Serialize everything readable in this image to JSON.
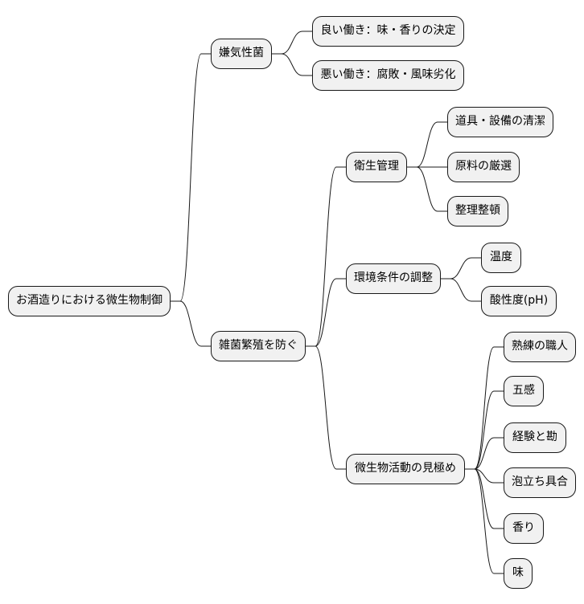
{
  "root": "お酒造りにおける微生物制御",
  "branches": {
    "anaerobic": {
      "label": "嫌気性菌",
      "children": [
        "良い働き：味・香りの決定",
        "悪い働き：腐敗・風味劣化"
      ]
    },
    "prevent": {
      "label": "雑菌繁殖を防ぐ",
      "hygiene": {
        "label": "衛生管理",
        "children": [
          "道具・設備の清潔",
          "原料の厳選",
          "整理整頓"
        ]
      },
      "environment": {
        "label": "環境条件の調整",
        "children": [
          "温度",
          "酸性度(pH)"
        ]
      },
      "observe": {
        "label": "微生物活動の見極め",
        "children": [
          "熟練の職人",
          "五感",
          "経験と勘",
          "泡立ち具合",
          "香り",
          "味"
        ]
      }
    }
  }
}
